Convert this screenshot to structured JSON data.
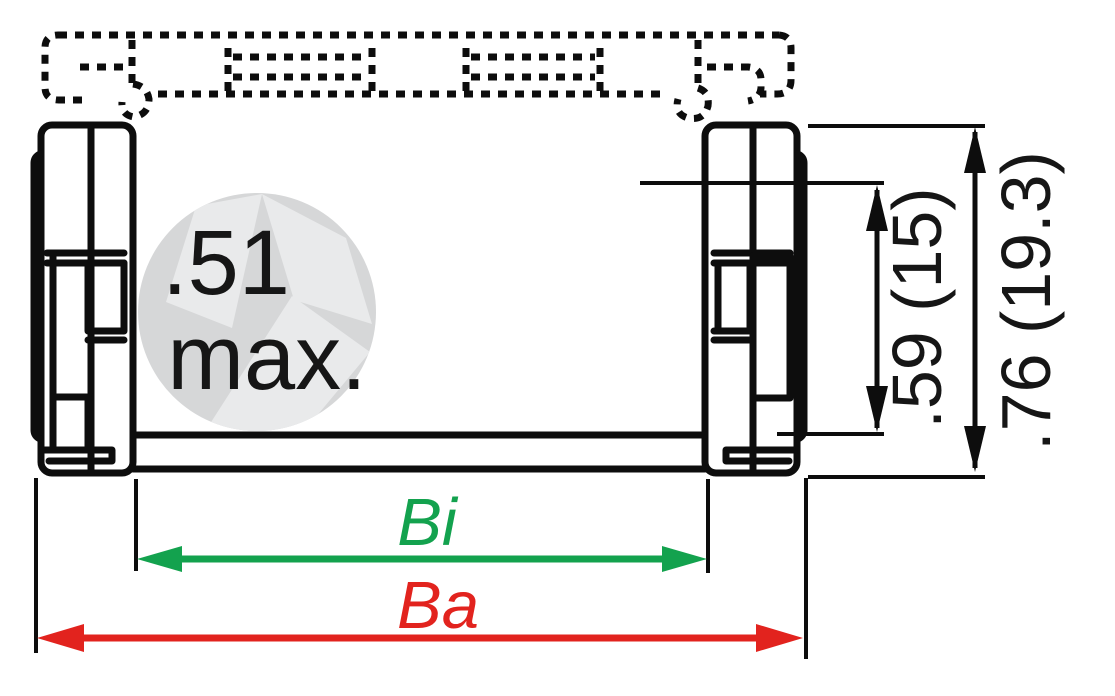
{
  "diagram": {
    "watermark": {
      "value": ".51",
      "qualifier": "max."
    },
    "dimensions": {
      "inner_height": ".59 (15)",
      "outer_height": ".76 (19.3)",
      "inner_width": "Bi",
      "outer_width": "Ba"
    },
    "colors": {
      "outline": "#0d0d0d",
      "inner_width_green": "#13a24e",
      "outer_width_red": "#e2231e",
      "watermark_circle": "#d6d7d8",
      "watermark_logo": "#e9eaeb",
      "text": "#161616"
    }
  }
}
